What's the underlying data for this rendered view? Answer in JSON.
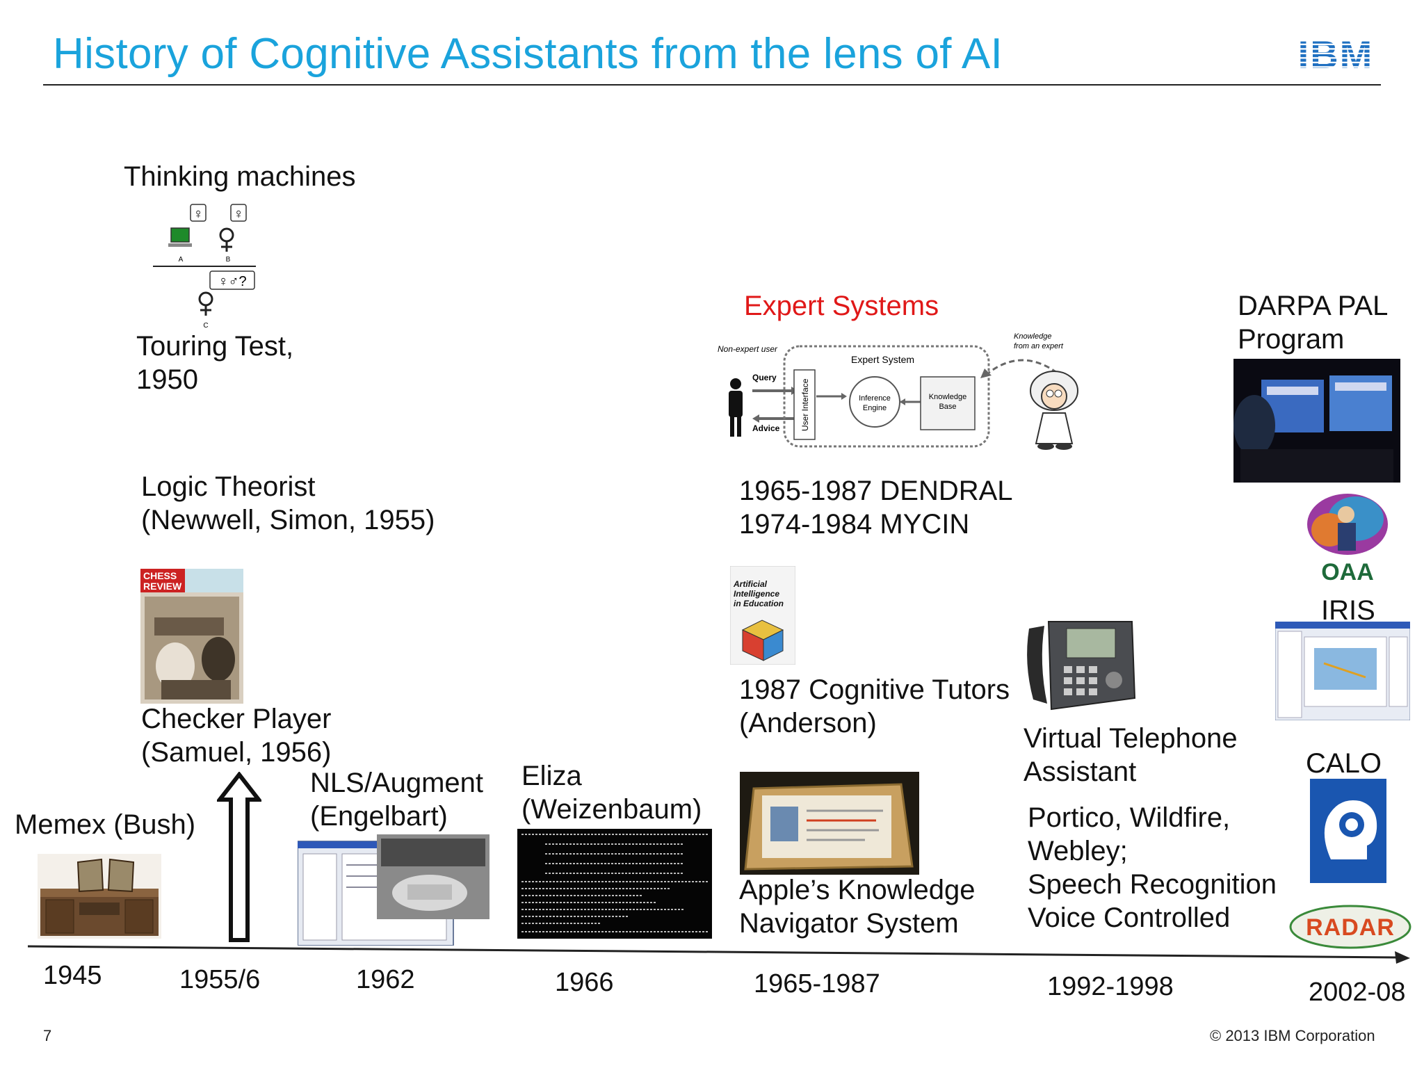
{
  "slide": {
    "title": "History of Cognitive Assistants from the lens of AI",
    "page_number": "7",
    "copyright": "© 2013 IBM Corporation",
    "logo_text": "IBM"
  },
  "colors": {
    "title": "#1aa3dc",
    "accent_red": "#e01818",
    "ibm_blue": "#1f70c1"
  },
  "entries": {
    "thinking_machines": "Thinking machines",
    "turing_line1": "Touring Test,",
    "turing_line2": "1950",
    "logic_line1": "Logic Theorist",
    "logic_line2": "(Newwell, Simon, 1955)",
    "checker_line1": "Checker Player",
    "checker_line2": "(Samuel, 1956)",
    "memex": "Memex (Bush)",
    "nls_line1": "NLS/Augment",
    "nls_line2": "(Engelbart)",
    "eliza_line1": "Eliza",
    "eliza_line2": "(Weizenbaum)",
    "expert_systems": "Expert Systems",
    "dendral": "1965-1987 DENDRAL",
    "mycin": "1974-1984 MYCIN",
    "tutors_line1": "1987 Cognitive Tutors",
    "tutors_line2": "(Anderson)",
    "apple_line1": "Apple’s Knowledge",
    "apple_line2": "Navigator System",
    "vta_line1": "Virtual Telephone",
    "vta_line2": "Assistant",
    "portico_line1": "Portico, Wildfire,",
    "portico_line2": "Webley;",
    "portico_line3": "Speech Recognition",
    "portico_line4": "Voice Controlled",
    "darpa_line1": "DARPA PAL",
    "darpa_line2": "Program",
    "iris": "IRIS",
    "calo": "CALO",
    "oaa": "OAA",
    "radar": "RADAR"
  },
  "diagram": {
    "non_expert_user": "Non-expert user",
    "query": "Query",
    "advice": "Advice",
    "user_interface": "User Interface",
    "expert_system": "Expert System",
    "inference_engine_1": "Inference",
    "inference_engine_2": "Engine",
    "knowledge_base_1": "Knowledge",
    "knowledge_base_2": "Base",
    "knowledge_from_expert_1": "Knowledge",
    "knowledge_from_expert_2": "from an expert"
  },
  "turing": {
    "label_a": "A",
    "label_b": "B",
    "label_c": "C"
  },
  "chess_cover": {
    "masthead_1": "CHESS",
    "masthead_2": "REVIEW"
  },
  "journal_cover": {
    "line1": "Artificial",
    "line2": "Intelligence",
    "line3": "in Education"
  },
  "timeline": {
    "years": [
      "1945",
      "1955/6",
      "1962",
      "1966",
      "1965-1987",
      "1992-1998",
      "2002-08"
    ]
  }
}
